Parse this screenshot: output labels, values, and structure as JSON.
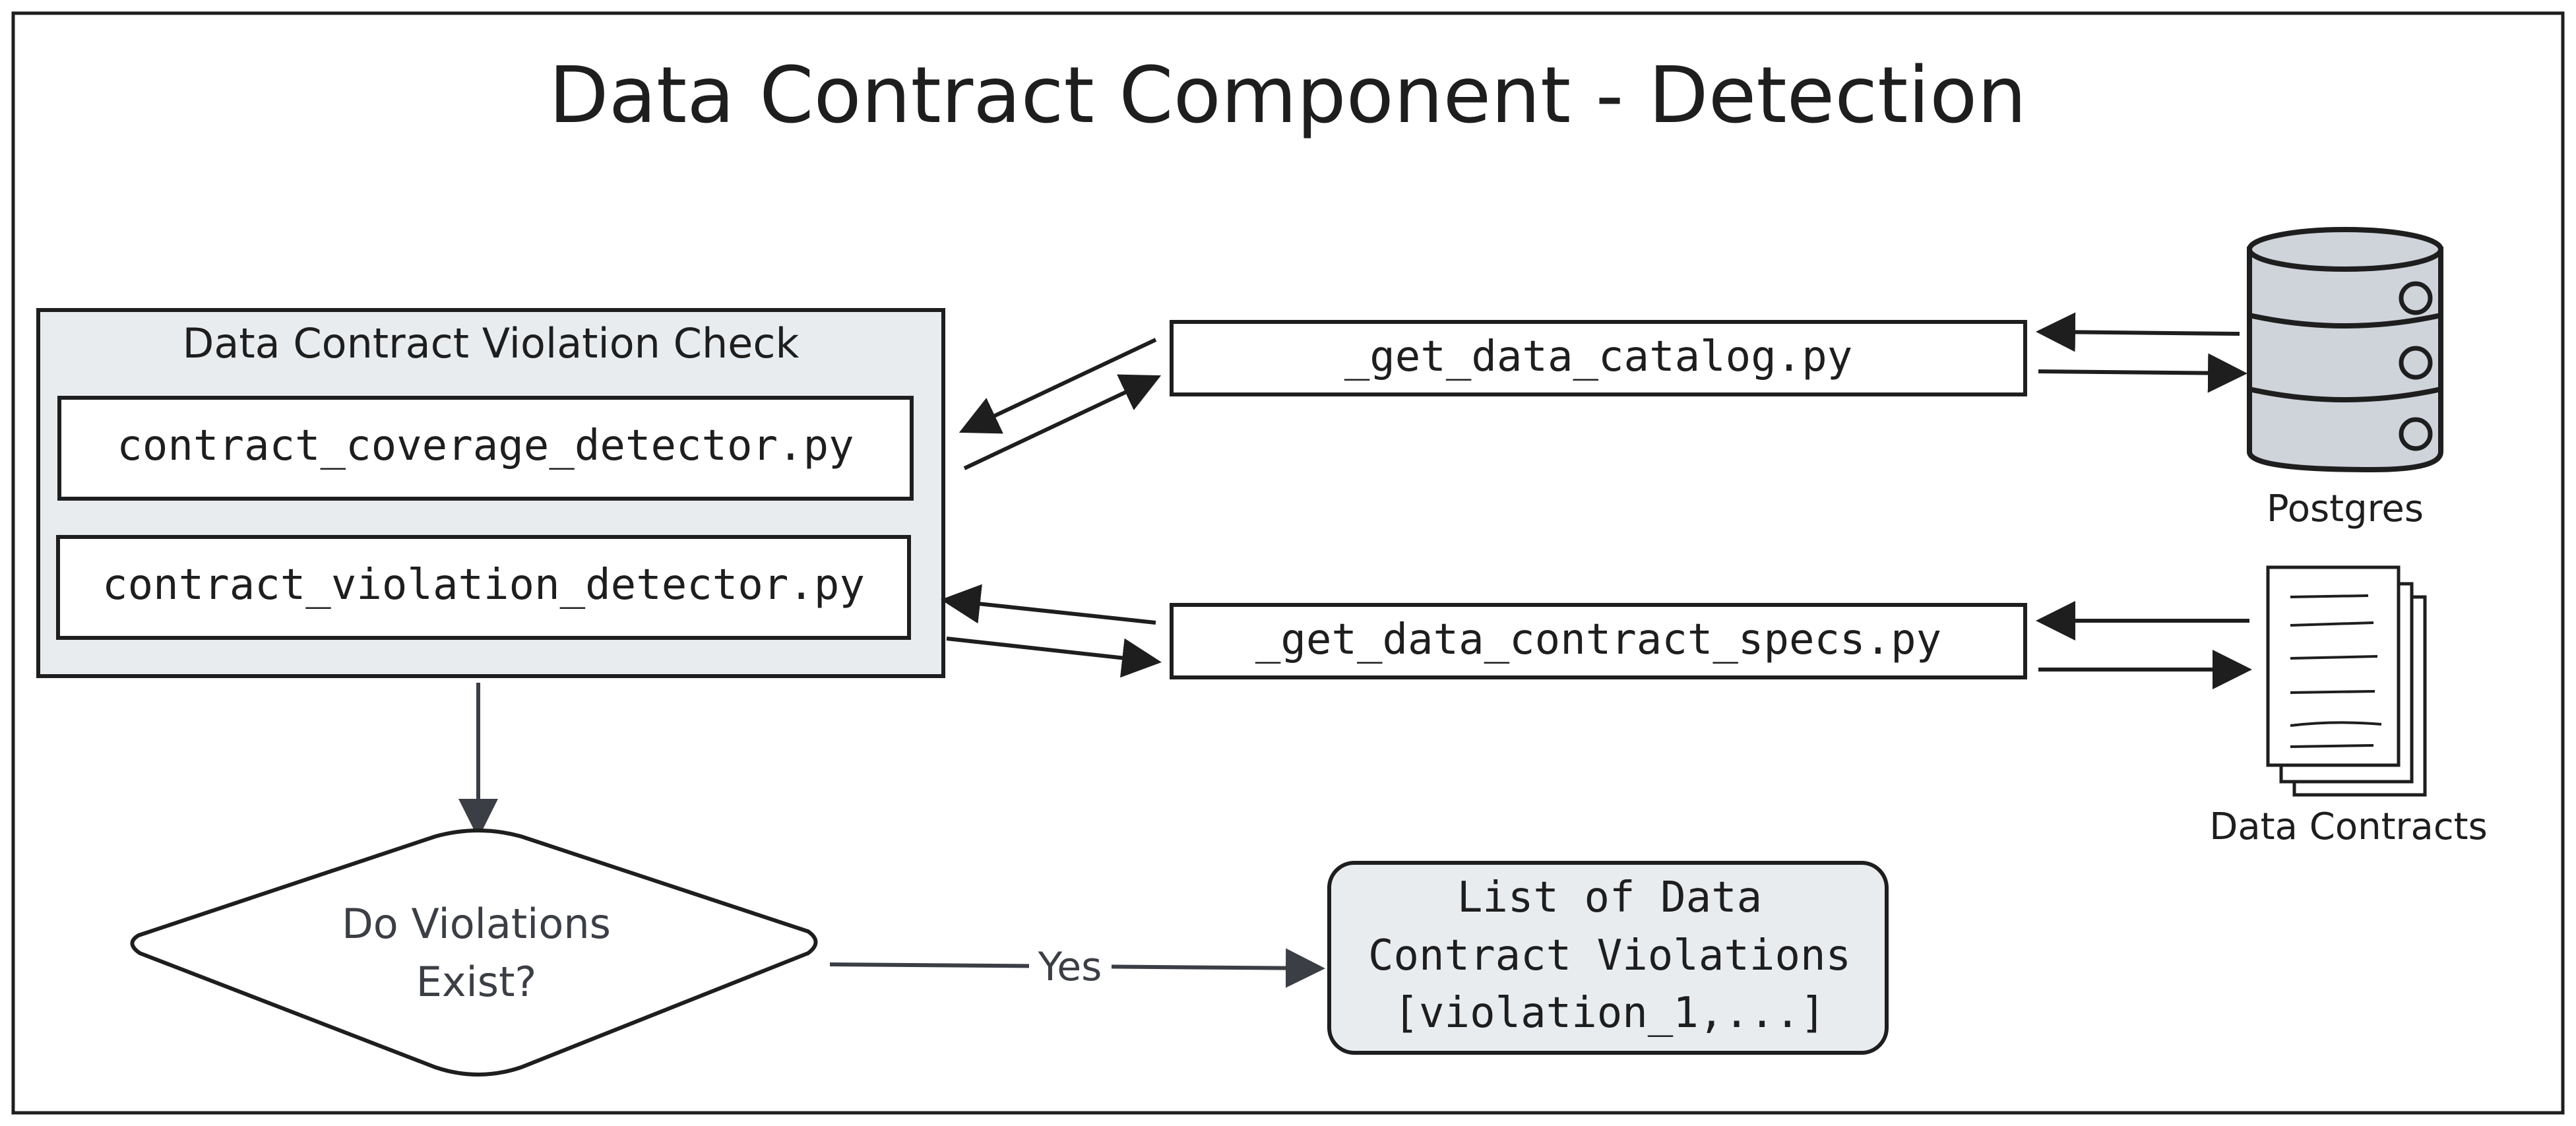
{
  "title": "Data Contract Component - Detection",
  "check_group": {
    "label": "Data Contract Violation Check",
    "modules": [
      {
        "label": "contract_coverage_detector.py"
      },
      {
        "label": "contract_violation_detector.py"
      }
    ]
  },
  "getters": [
    {
      "label": "_get_data_catalog.py"
    },
    {
      "label": "_get_data_contract_specs.py"
    }
  ],
  "sources": {
    "postgres": {
      "label": "Postgres",
      "icon": "database-icon"
    },
    "contracts": {
      "label": "Data Contracts",
      "icon": "documents-icon"
    }
  },
  "decision": {
    "line1": "Do Violations",
    "line2": "Exist?"
  },
  "yes_label": "Yes",
  "result": {
    "line1": "List of Data",
    "line2": "Contract Violations",
    "line3": "[violation_1,...]"
  },
  "colors": {
    "stroke": "#1e1e1e",
    "group_fill": "#e9ecef",
    "db_fill": "#ced4da",
    "arrow_gray": "#3b3f45"
  }
}
